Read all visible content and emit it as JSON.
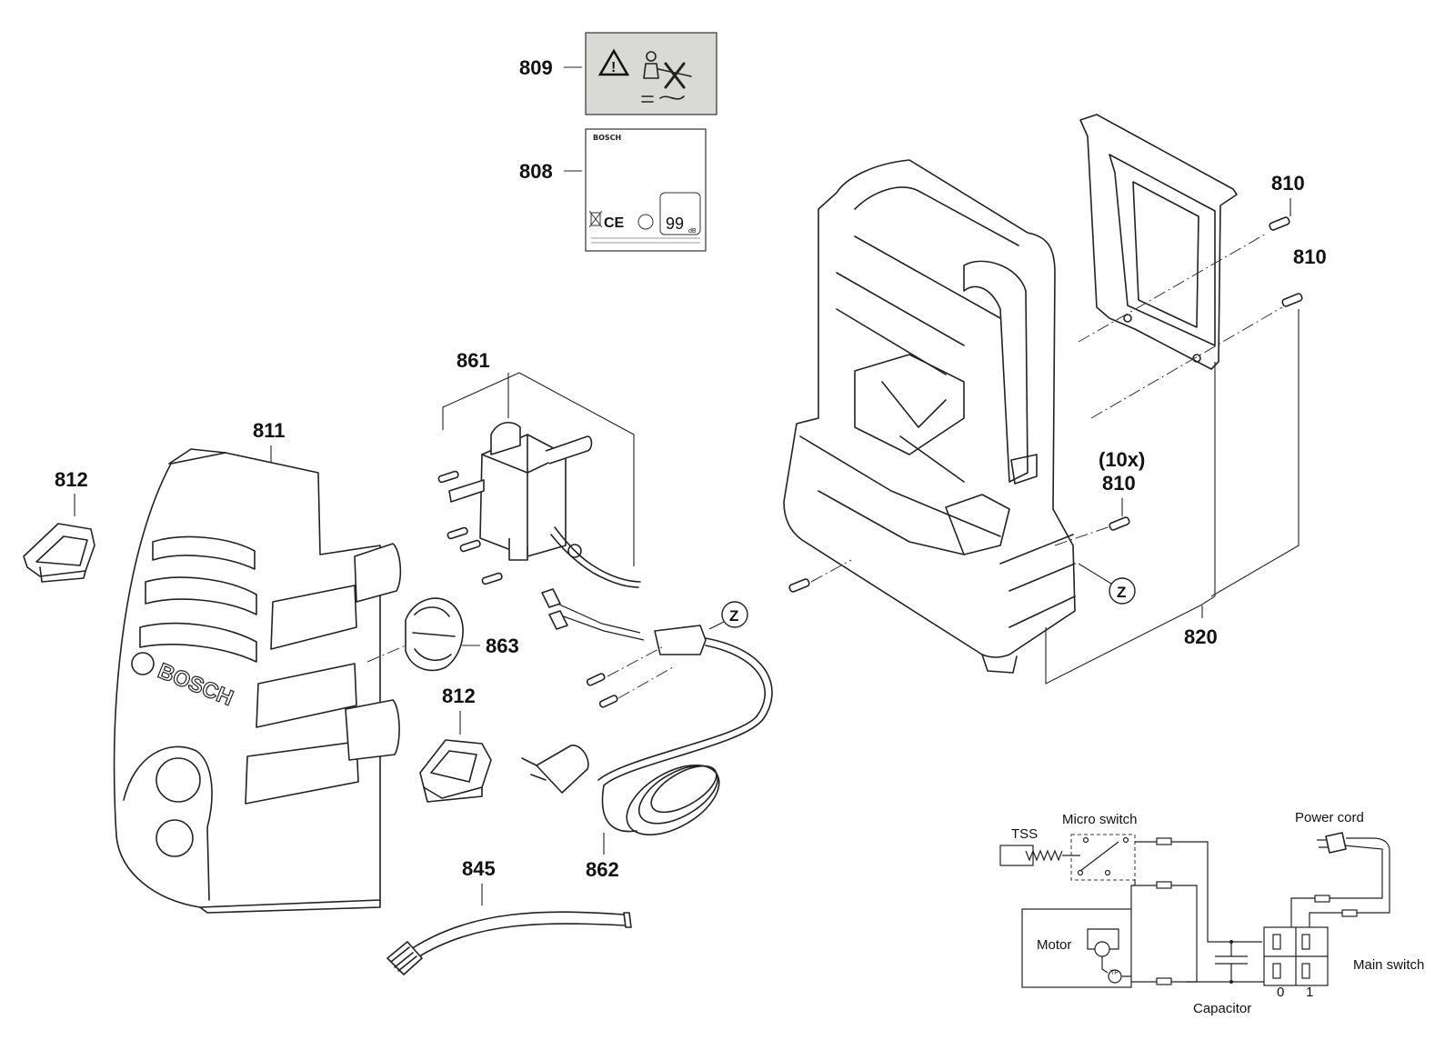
{
  "callouts": {
    "c809": "809",
    "c808": "808",
    "c861": "861",
    "c811": "811",
    "c812a": "812",
    "c812b": "812",
    "c863": "863",
    "c845": "845",
    "c862": "862",
    "c810a": "810",
    "c810b": "810",
    "c810c_qty": "(10x)",
    "c810c": "810",
    "c820": "820",
    "z1": "Z",
    "z2": "Z"
  },
  "label_808": {
    "brand": "BOSCH",
    "rating": "99",
    "rating_unit": "dB"
  },
  "housing_logo": "BOSCH",
  "wiring": {
    "tss": "TSS",
    "micro_switch": "Micro switch",
    "power_cord": "Power cord",
    "motor": "Motor",
    "tp": "TP",
    "main_switch": "Main switch",
    "capacitor": "Capacitor",
    "pos_0": "0",
    "pos_1": "1"
  }
}
